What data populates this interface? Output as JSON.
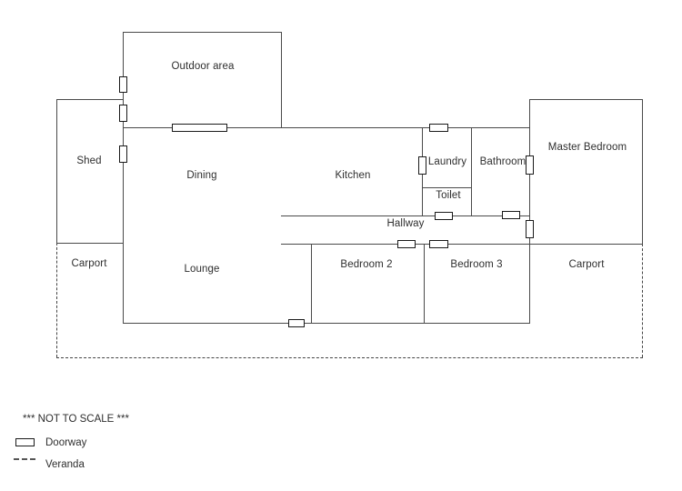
{
  "diagram": {
    "type": "floor-plan",
    "note": "*** NOT TO SCALE ***",
    "rooms": {
      "outdoor_area": {
        "label": "Outdoor area"
      },
      "shed": {
        "label": "Shed"
      },
      "dining": {
        "label": "Dining"
      },
      "kitchen": {
        "label": "Kitchen"
      },
      "laundry": {
        "label": "Laundry"
      },
      "bathroom": {
        "label": "Bathroom"
      },
      "master_bedroom": {
        "label": "Master Bedroom"
      },
      "toilet": {
        "label": "Toilet"
      },
      "hallway": {
        "label": "Hallway"
      },
      "lounge": {
        "label": "Lounge"
      },
      "bedroom_2": {
        "label": "Bedroom 2"
      },
      "bedroom_3": {
        "label": "Bedroom 3"
      },
      "carport_left": {
        "label": "Carport"
      },
      "carport_right": {
        "label": "Carport"
      }
    },
    "legend": {
      "doorway": {
        "label": "Doorway",
        "icon": "doorway-icon"
      },
      "veranda": {
        "label": "Veranda",
        "icon": "veranda-dashed-line-icon"
      }
    },
    "colors": {
      "wall": "#4a4a4a",
      "doorway_border": "#1a1a1a",
      "veranda_dash": "#444444",
      "text": "#2e2e2e",
      "background": "#ffffff"
    }
  }
}
